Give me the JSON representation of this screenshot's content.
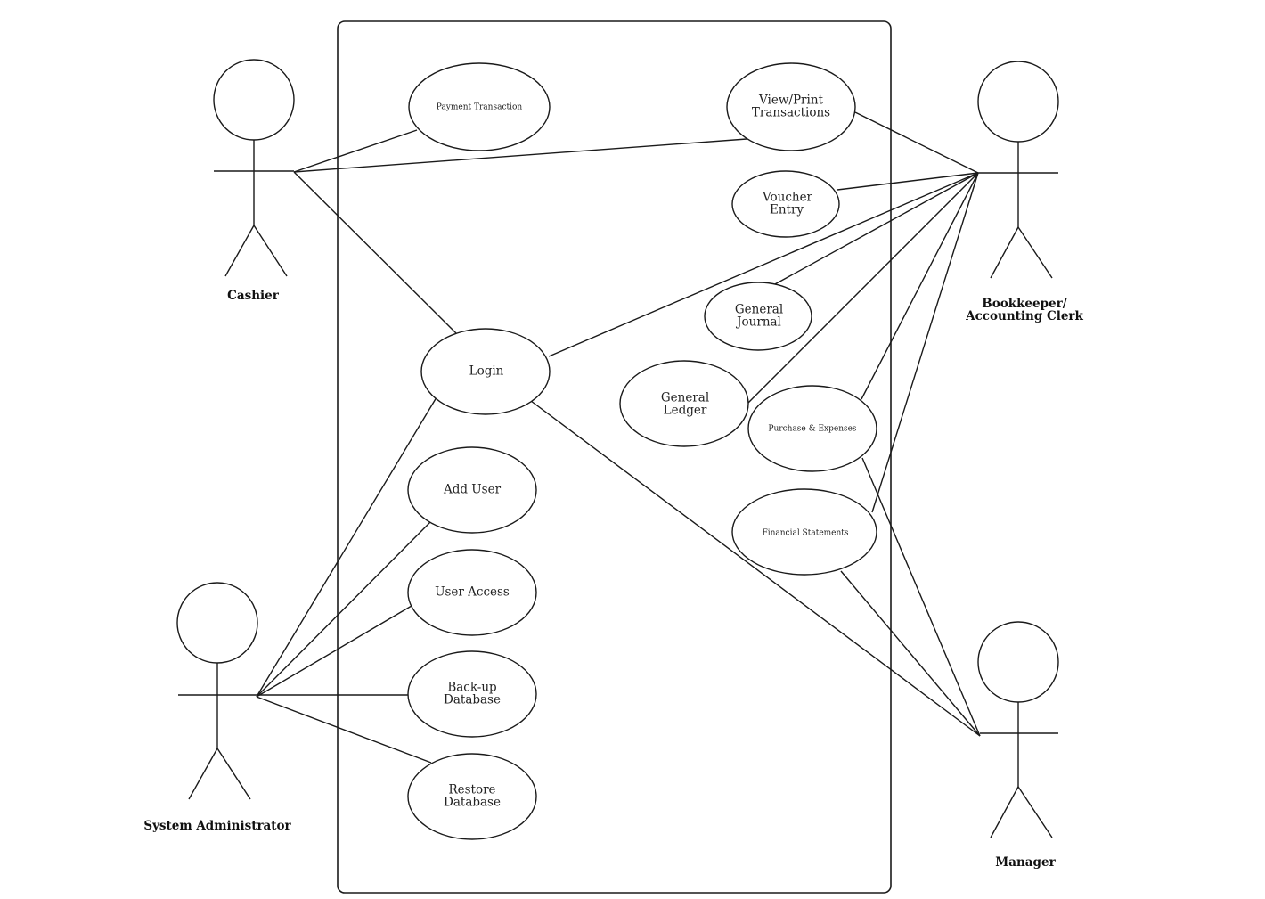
{
  "system": {
    "name": ""
  },
  "actors": {
    "cashier": {
      "label": [
        "Cashier"
      ]
    },
    "bookkeeper": {
      "label": [
        "Bookkeeper/",
        "Accounting Clerk"
      ]
    },
    "sysadmin": {
      "label": [
        "System Administrator"
      ]
    },
    "manager": {
      "label": [
        "Manager"
      ]
    }
  },
  "use_cases": {
    "payment_transaction": {
      "label": [
        "Payment Transaction"
      ]
    },
    "view_print_transactions": {
      "label": [
        "View/Print",
        "Transactions"
      ]
    },
    "voucher_entry": {
      "label": [
        "Voucher",
        "Entry"
      ]
    },
    "general_journal": {
      "label": [
        "General",
        "Journal"
      ]
    },
    "login": {
      "label": [
        "Login"
      ]
    },
    "general_ledger": {
      "label": [
        "General",
        "Ledger"
      ]
    },
    "purchase_expenses": {
      "label": [
        "Purchase & Expenses"
      ]
    },
    "add_user": {
      "label": [
        "Add User"
      ]
    },
    "financial_statements": {
      "label": [
        "Financial Statements"
      ]
    },
    "user_access": {
      "label": [
        "User Access"
      ]
    },
    "backup_database": {
      "label": [
        "Back-up",
        "Database"
      ]
    },
    "restore_database": {
      "label": [
        "Restore",
        "Database"
      ]
    }
  },
  "associations": [
    {
      "actor": "cashier",
      "use_case": "payment_transaction"
    },
    {
      "actor": "cashier",
      "use_case": "view_print_transactions"
    },
    {
      "actor": "cashier",
      "use_case": "login"
    },
    {
      "actor": "bookkeeper",
      "use_case": "view_print_transactions"
    },
    {
      "actor": "bookkeeper",
      "use_case": "voucher_entry"
    },
    {
      "actor": "bookkeeper",
      "use_case": "general_journal"
    },
    {
      "actor": "bookkeeper",
      "use_case": "login"
    },
    {
      "actor": "bookkeeper",
      "use_case": "general_ledger"
    },
    {
      "actor": "bookkeeper",
      "use_case": "purchase_expenses"
    },
    {
      "actor": "bookkeeper",
      "use_case": "financial_statements"
    },
    {
      "actor": "sysadmin",
      "use_case": "login"
    },
    {
      "actor": "sysadmin",
      "use_case": "add_user"
    },
    {
      "actor": "sysadmin",
      "use_case": "user_access"
    },
    {
      "actor": "sysadmin",
      "use_case": "backup_database"
    },
    {
      "actor": "sysadmin",
      "use_case": "restore_database"
    },
    {
      "actor": "manager",
      "use_case": "login"
    },
    {
      "actor": "manager",
      "use_case": "purchase_expenses"
    },
    {
      "actor": "manager",
      "use_case": "financial_statements"
    }
  ]
}
